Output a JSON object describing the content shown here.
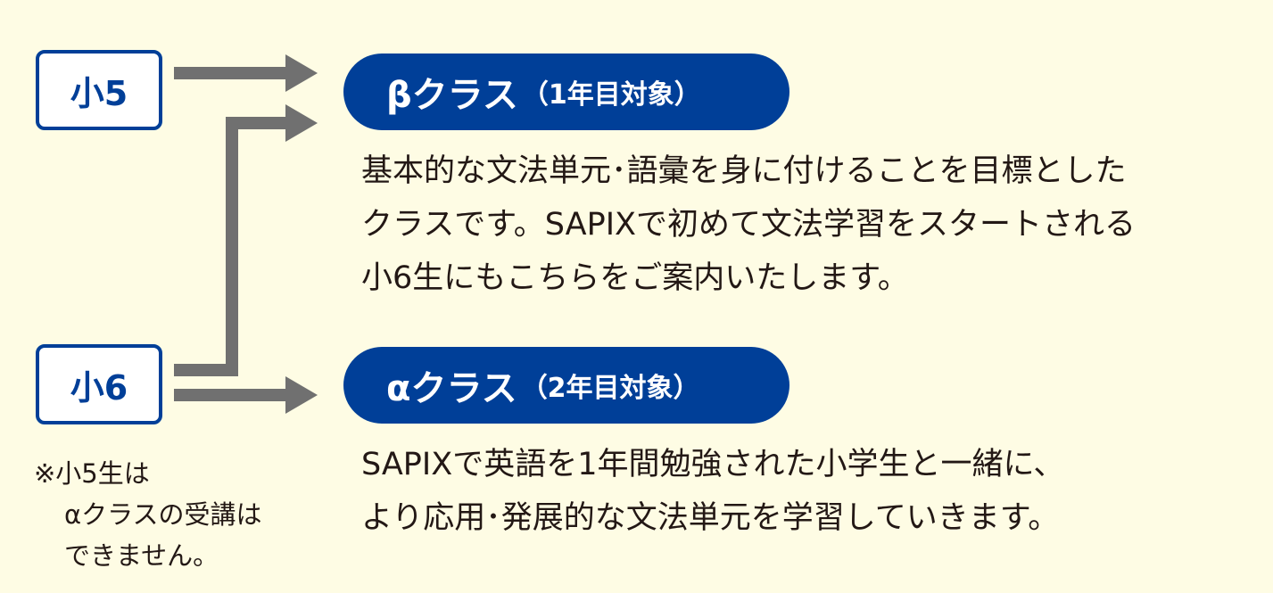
{
  "grades": {
    "g5": "小5",
    "g6": "小6"
  },
  "beta": {
    "title": "βクラス",
    "subtitle": "（1年目対象）",
    "lines": [
      "基本的な文法単元･語彙を身に付けることを目標とした",
      "クラスです。SAPIXで初めて文法学習をスタートされる",
      "小6生にもこちらをご案内いたします。"
    ]
  },
  "alpha": {
    "title": "αクラス",
    "subtitle": "（2年目対象）",
    "lines": [
      "SAPIXで英語を1年間勉強された小学生と一緒に、",
      "より応用･発展的な文法単元を学習していきます。"
    ]
  },
  "note": {
    "lines": [
      "※小5生は",
      "αクラスの受講は",
      "できません。"
    ]
  },
  "colors": {
    "blue": "#003f98",
    "arrow": "#707070",
    "background": "#fefce4"
  }
}
